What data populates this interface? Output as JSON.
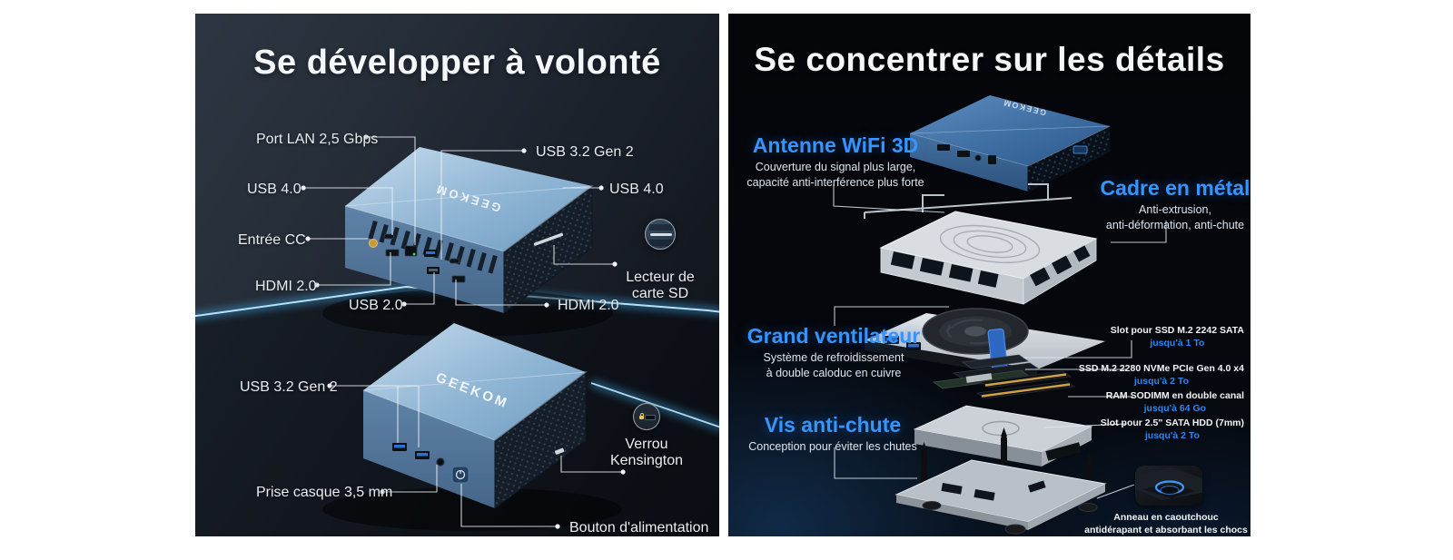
{
  "left_panel": {
    "title": "Se développer à volonté",
    "logo": "GEEKOM",
    "labels": {
      "port_lan": "Port LAN 2,5 Gbps",
      "usb32_top": "USB 3.2 Gen 2",
      "usb4_left": "USB 4.0",
      "usb4_right": "USB 4.0",
      "entree_cc": "Entrée CC",
      "hdmi_left": "HDMI 2.0",
      "sd_line1": "Lecteur de",
      "sd_line2": "carte SD",
      "usb2": "USB 2.0",
      "hdmi_right": "HDMI 2.0",
      "usb32_bottom": "USB 3.2 Gen 2",
      "prise_casque": "Prise casque 3,5 mm",
      "verrou_line1": "Verrou",
      "verrou_line2": "Kensington",
      "bouton": "Bouton d'alimentation"
    }
  },
  "right_panel": {
    "title": "Se concentrer sur les détails",
    "logo": "GEEKOM",
    "features": [
      {
        "heading": "Antenne WiFi 3D",
        "line1": "Couverture du signal plus large,",
        "line2": "capacité anti-interférence plus forte"
      },
      {
        "heading": "Cadre en métal",
        "line1": "Anti-extrusion,",
        "line2": "anti-déformation, anti-chute"
      },
      {
        "heading": "Grand ventilateur",
        "line1": "Système de refroidissement",
        "line2": "à double caloduc en cuivre"
      },
      {
        "heading": "Vis anti-chute",
        "line1": "Conception pour éviter les chutes",
        "line2": ""
      }
    ],
    "specs": [
      {
        "label": "Slot pour SSD M.2 2242 SATA",
        "value": "jusqu'à 1 To"
      },
      {
        "label": "SSD M.2 2280 NVMe PCIe Gen 4.0 x4",
        "value": "jusqu'à 2 To"
      },
      {
        "label": "RAM SODIMM en double canal",
        "value": "jusqu'à 64 Go"
      },
      {
        "label": "Slot pour 2.5\" SATA HDD (7mm)",
        "value": "jusqu'à 2 To"
      }
    ],
    "anneau_line1": "Anneau en caoutchouc",
    "anneau_line2": "antidérapant et absorbant les chocs"
  },
  "colors": {
    "accent_heading_blue": "#3794fb",
    "spec_value_blue": "#2f86ea",
    "neon_light": "#55c9ff",
    "device_top_blue": "#a9c7e2",
    "device_front_blue": "#4f7296",
    "title_white": "#f4f7fa"
  }
}
